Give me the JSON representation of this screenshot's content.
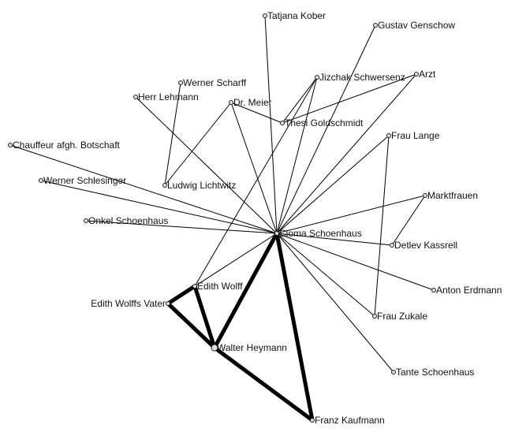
{
  "graph": {
    "nodes": [
      {
        "id": "tatjana",
        "label": "Tatjana Kober"
      },
      {
        "id": "gustav",
        "label": "Gustav Genschow"
      },
      {
        "id": "jizchak",
        "label": "Jizchak Schwersenz"
      },
      {
        "id": "arzt",
        "label": "Arzt"
      },
      {
        "id": "werner_scharff",
        "label": "Werner Scharff"
      },
      {
        "id": "herr_lehmann",
        "label": "Herr Lehmann"
      },
      {
        "id": "dr_meier",
        "label": "Dr. Meier"
      },
      {
        "id": "thesi",
        "label": "Thesi Goldschmidt"
      },
      {
        "id": "frau_lange",
        "label": "Frau Lange"
      },
      {
        "id": "chauffeur",
        "label": "Chauffeur afgh. Botschaft"
      },
      {
        "id": "werner_schlesinger",
        "label": "Werner Schlesinger"
      },
      {
        "id": "ludwig",
        "label": "Ludwig Lichtwitz"
      },
      {
        "id": "marktfrauen",
        "label": "Marktfrauen"
      },
      {
        "id": "onkel",
        "label": "Onkel Schoenhaus"
      },
      {
        "id": "cioma",
        "label": "Cioma Schoenhaus"
      },
      {
        "id": "detlev",
        "label": "Detlev Kassrell"
      },
      {
        "id": "edith",
        "label": "Edith Wolff"
      },
      {
        "id": "edith_vater",
        "label": "Edith Wolffs Vater"
      },
      {
        "id": "anton",
        "label": "Anton Erdmann"
      },
      {
        "id": "frau_zukale",
        "label": "Frau Zukale"
      },
      {
        "id": "walter",
        "label": "Walter Heymann"
      },
      {
        "id": "tante",
        "label": "Tante Schoenhaus"
      },
      {
        "id": "franz",
        "label": "Franz Kaufmann"
      }
    ],
    "edges": [
      {
        "source": "cioma",
        "target": "tatjana",
        "weight": 1
      },
      {
        "source": "cioma",
        "target": "gustav",
        "weight": 1
      },
      {
        "source": "cioma",
        "target": "jizchak",
        "weight": 1
      },
      {
        "source": "cioma",
        "target": "arzt",
        "weight": 1
      },
      {
        "source": "cioma",
        "target": "herr_lehmann",
        "weight": 1
      },
      {
        "source": "cioma",
        "target": "dr_meier",
        "weight": 1
      },
      {
        "source": "cioma",
        "target": "frau_lange",
        "weight": 1
      },
      {
        "source": "cioma",
        "target": "chauffeur",
        "weight": 1
      },
      {
        "source": "cioma",
        "target": "werner_schlesinger",
        "weight": 1
      },
      {
        "source": "cioma",
        "target": "marktfrauen",
        "weight": 1
      },
      {
        "source": "cioma",
        "target": "onkel",
        "weight": 1
      },
      {
        "source": "cioma",
        "target": "detlev",
        "weight": 1
      },
      {
        "source": "cioma",
        "target": "edith",
        "weight": 1
      },
      {
        "source": "cioma",
        "target": "anton",
        "weight": 1
      },
      {
        "source": "cioma",
        "target": "frau_zukale",
        "weight": 1
      },
      {
        "source": "cioma",
        "target": "tante",
        "weight": 1
      },
      {
        "source": "cioma",
        "target": "walter",
        "weight": 5
      },
      {
        "source": "cioma",
        "target": "franz",
        "weight": 5
      },
      {
        "source": "thesi",
        "target": "jizchak",
        "weight": 1
      },
      {
        "source": "thesi",
        "target": "arzt",
        "weight": 1
      },
      {
        "source": "thesi",
        "target": "dr_meier",
        "weight": 1
      },
      {
        "source": "jizchak",
        "target": "edith",
        "weight": 1
      },
      {
        "source": "dr_meier",
        "target": "ludwig",
        "weight": 1
      },
      {
        "source": "werner_scharff",
        "target": "ludwig",
        "weight": 1
      },
      {
        "source": "frau_lange",
        "target": "frau_zukale",
        "weight": 1
      },
      {
        "source": "marktfrauen",
        "target": "detlev",
        "weight": 1
      },
      {
        "source": "edith",
        "target": "walter",
        "weight": 5
      },
      {
        "source": "edith",
        "target": "edith_vater",
        "weight": 5
      },
      {
        "source": "edith_vater",
        "target": "walter",
        "weight": 5
      },
      {
        "source": "walter",
        "target": "franz",
        "weight": 5
      }
    ]
  }
}
